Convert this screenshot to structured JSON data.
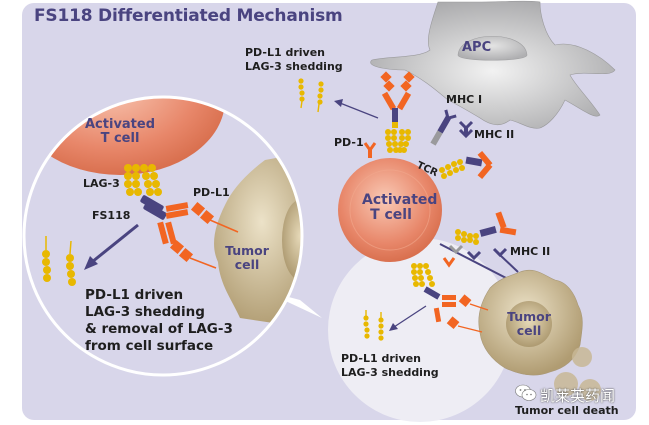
{
  "title": "FS118 Differentiated Mechanism",
  "colors": {
    "panel_bg": "#d8d6ea",
    "title": "#4a4480",
    "t_cell": "#e8876a",
    "tumor_cell": "#c2b08a",
    "apc": "#b8b8ba",
    "lag3": "#e8b800",
    "pdl1": "#f26522",
    "fs118": "#4a4480"
  },
  "cells": {
    "apc": "APC",
    "t_cell_main_line1": "Activated",
    "t_cell_main_line2": "T cell",
    "t_cell_zoom_line1": "Activated",
    "t_cell_zoom_line2": "T cell",
    "tumor_main_line1": "Tumor",
    "tumor_main_line2": "cell",
    "tumor_zoom_line1": "Tumor",
    "tumor_zoom_line2": "cell"
  },
  "labels": {
    "top_shedding_line1": "PD-L1 driven",
    "top_shedding_line2": "LAG-3 shedding",
    "mhc1": "MHC I",
    "mhc2_top": "MHC II",
    "mhc2_right": "MHC II",
    "pd1": "PD-1",
    "tcr": "TCR",
    "lag3": "LAG-3",
    "pdl1": "PD-L1",
    "fs118": "FS118",
    "zoom_caption_line1": "PD-L1 driven",
    "zoom_caption_line2": "LAG-3 shedding",
    "zoom_caption_line3": "& removal of LAG-3",
    "zoom_caption_line4": "from cell surface",
    "bottom_shedding_line1": "PD-L1 driven",
    "bottom_shedding_line2": "LAG-3 shedding",
    "tumor_death": "Tumor cell death"
  },
  "watermark": "凯莱英药闻"
}
